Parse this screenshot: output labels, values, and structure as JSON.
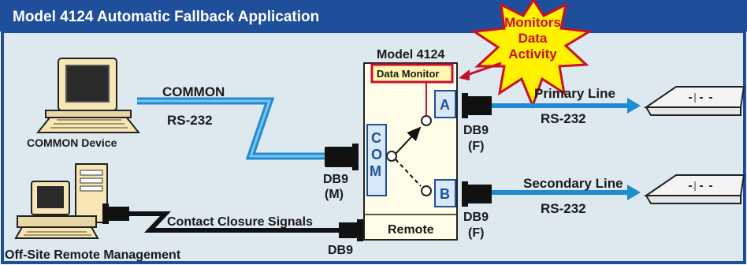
{
  "title": "Model 4124 Automatic Fallback Application",
  "device": {
    "model_label": "Model 4124",
    "data_monitor_label": "Data Monitor",
    "com_letters": [
      "C",
      "O",
      "M"
    ],
    "port_a": "A",
    "port_b": "B",
    "remote_label": "Remote"
  },
  "starburst": [
    "Monitors",
    "Data",
    "Activity"
  ],
  "left": {
    "common_line": "COMMON",
    "common_rs": "RS-232",
    "common_device": "COMMON Device",
    "contact_signals": "Contact Closure Signals",
    "offsite": "Off-Site Remote Management",
    "com_db9": "DB9",
    "com_db9_type": "(M)",
    "remote_db9": "DB9"
  },
  "right": {
    "primary_label": "Primary Line",
    "primary_rs": "RS-232",
    "primary_db9": "DB9",
    "primary_db9_type": "(F)",
    "secondary_label": "Secondary Line",
    "secondary_rs": "RS-232",
    "secondary_db9": "DB9",
    "secondary_db9_type": "(F)"
  },
  "colors": {
    "title_bar": "#1f4f9a",
    "panel": "#dde9ee",
    "border": "#1f4f9a",
    "starburst": "#fff200",
    "accent_red": "#c8102e"
  }
}
